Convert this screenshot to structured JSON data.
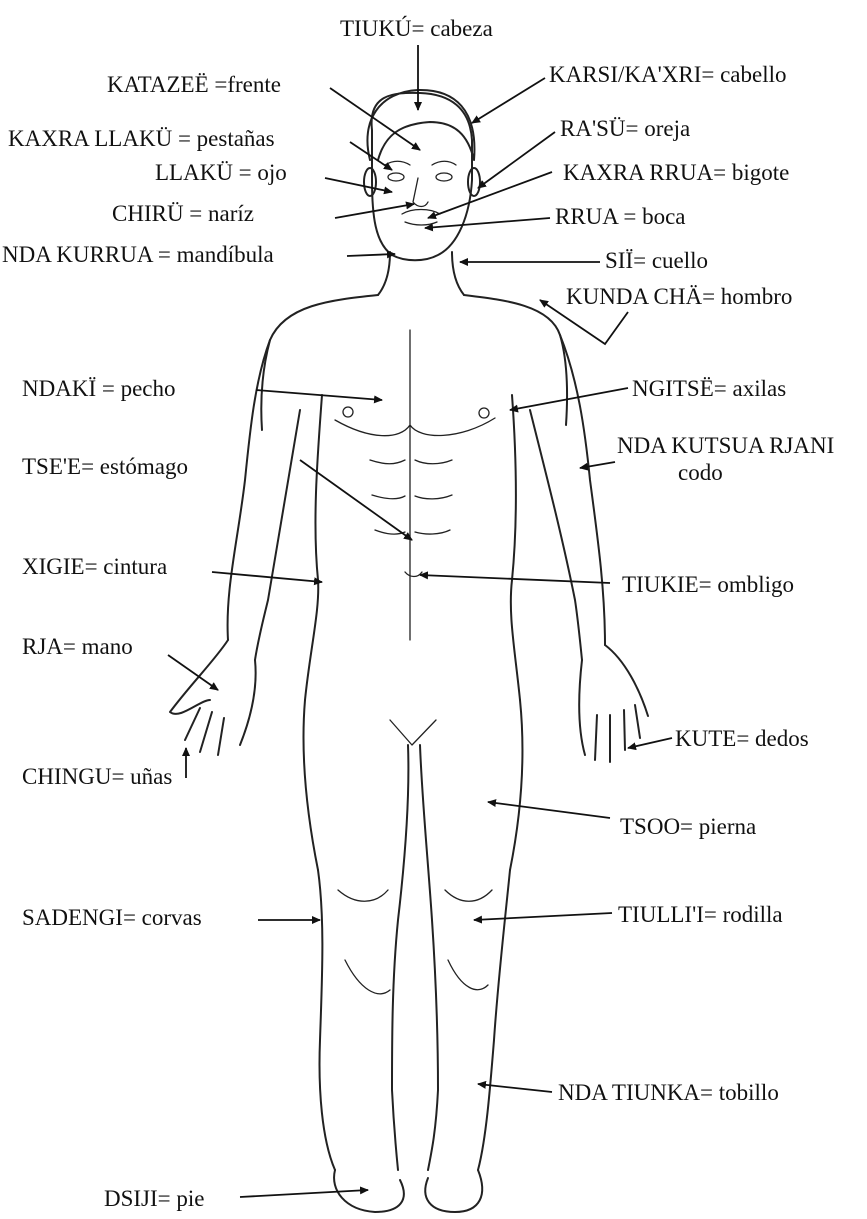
{
  "labels": {
    "cabeza": "TIUKÚ= cabeza",
    "frente": "KATAZEË =frente",
    "cabello": "KARSI/KA'XRI= cabello",
    "pestanas": "KAXRA LLAKÜ = pestañas",
    "oreja": "RA'SÜ= oreja",
    "ojo": "LLAKÜ = ojo",
    "bigote": "KAXRA RRUA= bigote",
    "nariz": "CHIRÜ = naríz",
    "boca": "RRUA = boca",
    "mandibula": "NDA KURRUA = mandíbula",
    "cuello": "SIÏ= cuello",
    "hombro": "KUNDA CHÄ= hombro",
    "pecho": "NDAKÏ = pecho",
    "axilas": "NGITSË= axilas",
    "estomago": "TSE'E= estómago",
    "codo_native": "NDA KUTSUA RJANI",
    "codo": "codo",
    "cintura": "XIGIE= cintura",
    "ombligo": "TIUKIE= ombligo",
    "mano": "RJA= mano",
    "dedos": "KUTE= dedos",
    "unas": "CHINGU= uñas",
    "pierna": "TSOO= pierna",
    "corvas": "SADENGI= corvas",
    "rodilla": "TIULLI'I= rodilla",
    "tobillo": "NDA TIUNKA= tobillo",
    "pie": "DSIJI= pie"
  },
  "colors": {
    "ink": "#111111",
    "background": "#ffffff"
  }
}
